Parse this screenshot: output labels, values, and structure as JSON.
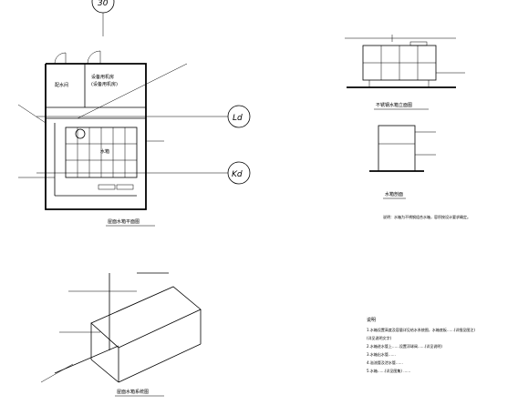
{
  "plan": {
    "axis_top": "30",
    "axis_l": "Ld",
    "axis_k": "Kd",
    "room_left": "配水间",
    "room_right_1": "设备用机房",
    "room_right_2": "(设备用机房)",
    "label_tank": "水箱",
    "title": "屋面水箱平面图"
  },
  "elevation": {
    "title": "不锈钢水箱立面图",
    "section_title": "水箱剖面"
  },
  "notes_right_small": "说明：水箱为不锈钢组合水箱，容积按设计要求确定。",
  "iso": {
    "title": "屋面水箱系统图"
  },
  "notes": {
    "heading": "说明",
    "lines": [
      "1.水箱设置高度及容量详见给水系统图，水箱底板……(详细见图注)",
      "  (详见说明文字)",
      "2.水箱进水管上……设置浮球阀……(详见说明)",
      "3.水箱出水管……",
      "4.溢流管及泄水管……",
      "5.水箱……(详见图集) ……"
    ]
  }
}
